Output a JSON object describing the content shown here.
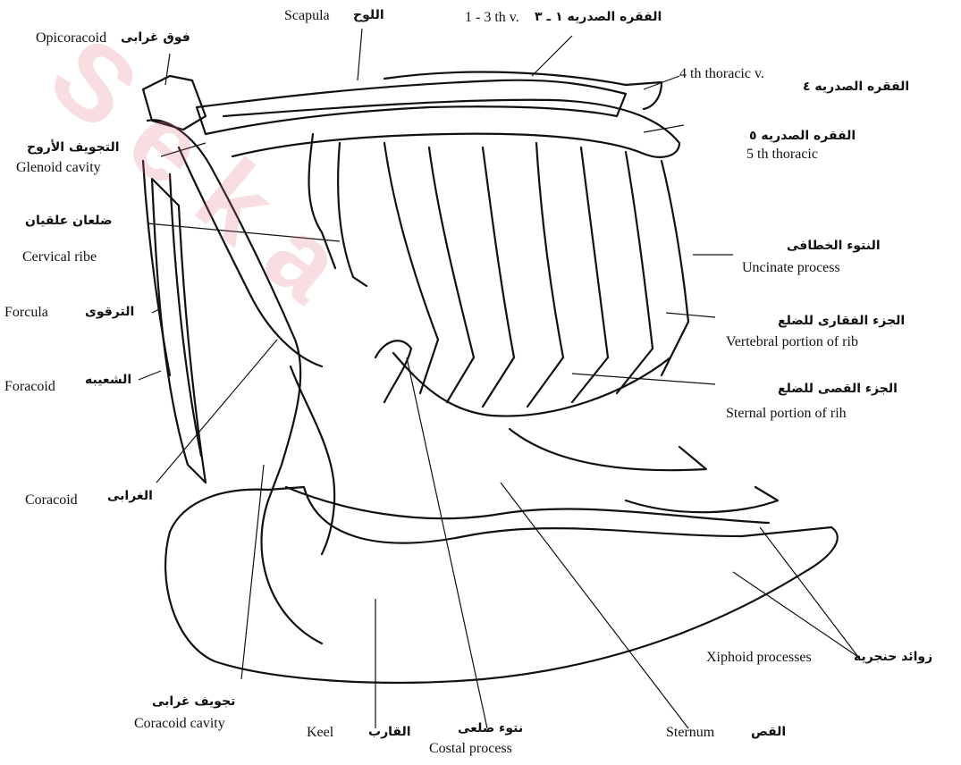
{
  "labels": {
    "opicoracoid": {
      "en": "Opicoracoid",
      "ar": "فوق غرابى"
    },
    "scapula": {
      "en": "Scapula",
      "ar": "اللوح"
    },
    "thoracic_1_3": {
      "en": "1 - 3 th v.",
      "ar": "الفقره الصدريه ١ ـ ٣"
    },
    "thoracic_4": {
      "en": "4 th thoracic v.",
      "ar": "الفقره الصدريه ٤"
    },
    "thoracic_5": {
      "en": "5 th thoracic",
      "ar": "الفقره الصدريه ٥"
    },
    "glenoid": {
      "en": "Glenoid cavity",
      "ar": "التجويف الأروح"
    },
    "cervical_ribs": {
      "en": "Cervical ribe",
      "ar": "ضلعان علقيان"
    },
    "furcula": {
      "en": "Forcula",
      "ar": "الترقوى"
    },
    "foracoid": {
      "en": "Foracoid",
      "ar": "الشعيبه"
    },
    "coracoid": {
      "en": "Coracoid",
      "ar": "الغرابى"
    },
    "uncinate": {
      "en": "Uncinate process",
      "ar": "النتوء الخطافى"
    },
    "vertebral_rib": {
      "en": "Vertebral portion of rib",
      "ar": "الجزء الفقارى للضلع"
    },
    "sternal_rib": {
      "en": "Sternal portion of rih",
      "ar": "الجزء القصى للضلع"
    },
    "xiphoid": {
      "en": "Xiphoid processes",
      "ar": "زوائد حنجريه"
    },
    "coracoid_cavity": {
      "en": "Coracoid cavity",
      "ar": "تجويف غرابى"
    },
    "keel": {
      "en": "Keel",
      "ar": "القارب"
    },
    "costal": {
      "en": "Costal process",
      "ar": "نتوء ضلعى"
    },
    "sternum": {
      "en": "Sternum",
      "ar": "القص"
    }
  },
  "watermark": "S e k a"
}
